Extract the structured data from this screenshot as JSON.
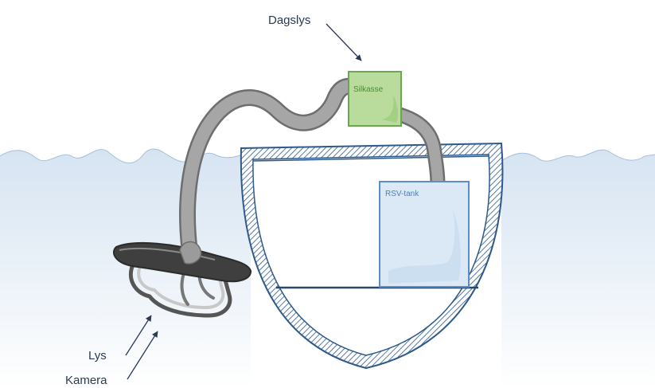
{
  "labels": {
    "daylight": "Dagslys",
    "sieve_box": "Silkasse",
    "rsw_tank": "RSV-tank",
    "light": "Lys",
    "camera": "Kamera"
  },
  "colors": {
    "water": "#dfeaf5",
    "hull_outline": "#2d5a8a",
    "sieve_box_fill": "#b9dc9c",
    "sieve_box_stroke": "#6aa84f",
    "tank_fill": "#dbe8f6",
    "tank_stroke": "#5b8ec6",
    "hose": "#9e9e9e",
    "trawl_dark": "#444444",
    "label_text": "#2b3a55"
  }
}
